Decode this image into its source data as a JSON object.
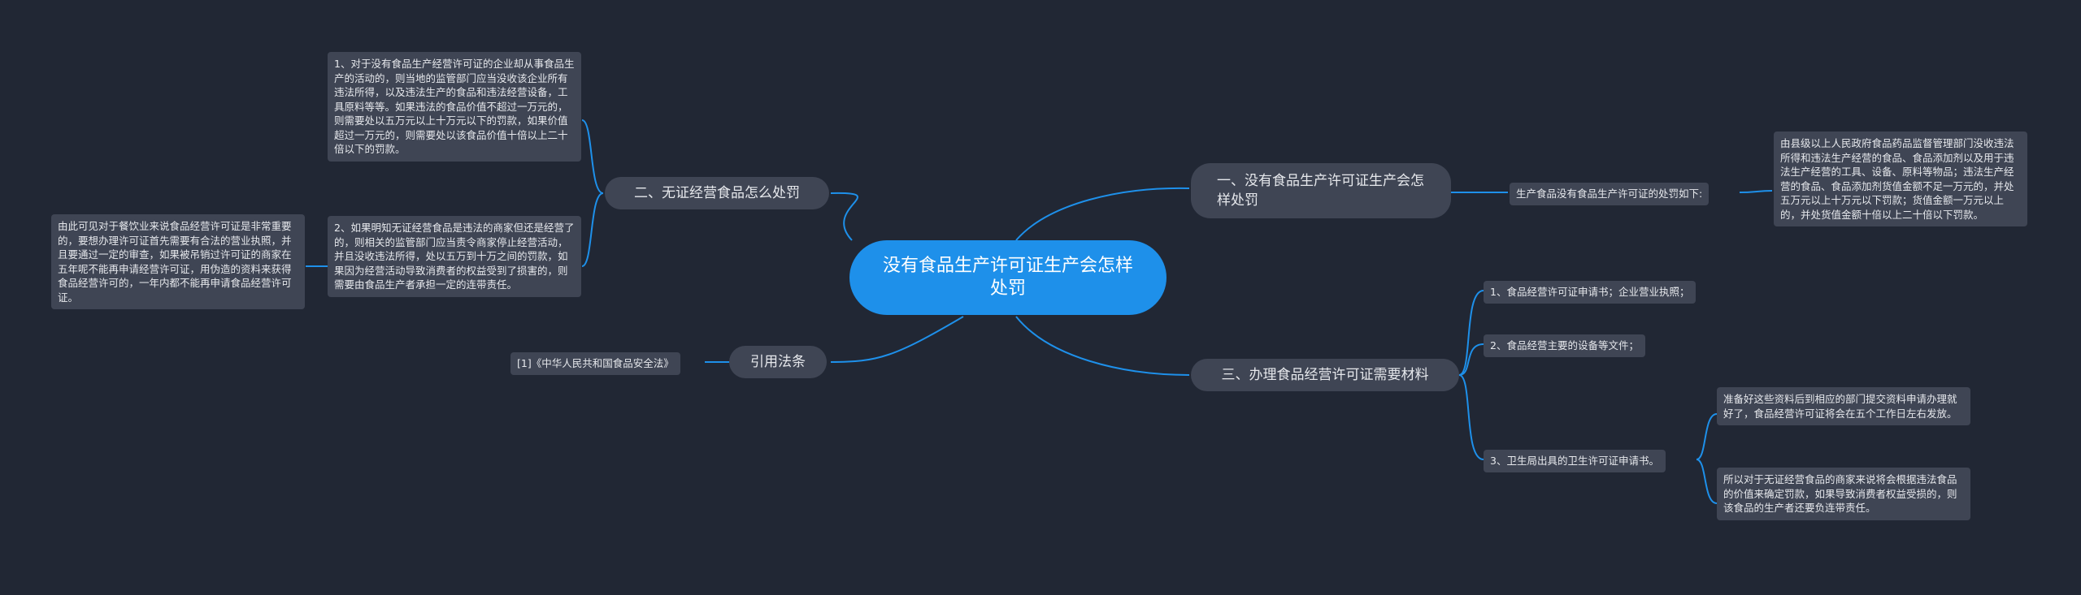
{
  "root": {
    "label": "没有食品生产许可证生产会怎样处罚"
  },
  "branches": {
    "b1": {
      "label": "一、没有食品生产许可证生产会怎样处罚",
      "mid": "生产食品没有食品生产许可证的处罚如下:",
      "detail": "由县级以上人民政府食品药品监督管理部门没收违法所得和违法生产经营的食品、食品添加剂以及用于违法生产经营的工具、设备、原料等物品；违法生产经营的食品、食品添加剂货值金额不足一万元的，并处五万元以上十万元以下罚款；货值金额一万元以上的，并处货值金额十倍以上二十倍以下罚款。"
    },
    "b2": {
      "label": "二、无证经营食品怎么处罚",
      "item1": "1、对于没有食品生产经营许可证的企业却从事食品生产的活动的，则当地的监管部门应当没收该企业所有违法所得，以及违法生产的食品和违法经营设备，工具原料等等。如果违法的食品价值不超过一万元的，则需要处以五万元以上十万元以下的罚款，如果价值超过一万元的，则需要处以该食品价值十倍以上二十倍以下的罚款。",
      "item2": "2、如果明知无证经营食品是违法的商家但还是经营了的，则相关的监管部门应当责令商家停止经营活动，并且没收违法所得，处以五万到十万之间的罚款，如果因为经营活动导致消费者的权益受到了损害的，则需要由食品生产者承担一定的连带责任。",
      "note": "由此可见对于餐饮业来说食品经营许可证是非常重要的，要想办理许可证首先需要有合法的营业执照，并且要通过一定的审查，如果被吊销过许可证的商家在五年呢不能再申请经营许可证，用伪造的资料来获得食品经营许可的，一年内都不能再申请食品经营许可证。"
    },
    "b3": {
      "label": "三、办理食品经营许可证需要材料",
      "item1": "1、食品经营许可证申请书；企业营业执照；",
      "item2": "2、食品经营主要的设备等文件；",
      "item3": "3、卫生局出具的卫生许可证申请书。",
      "detail1": "准备好这些资料后到相应的部门提交资料申请办理就好了，食品经营许可证将会在五个工作日左右发放。",
      "detail2": "所以对于无证经营食品的商家来说将会根据违法食品的价值来确定罚款，如果导致消费者权益受损的，则该食品的生产者还要负连带责任。"
    },
    "b4": {
      "label": "引用法条",
      "ref": "[1]《中华人民共和国食品安全法》"
    }
  },
  "colors": {
    "background": "#212734",
    "root": "#1e90ea",
    "node": "#3f4554",
    "link": "#1e90ea",
    "text": "#e6e8ec"
  }
}
